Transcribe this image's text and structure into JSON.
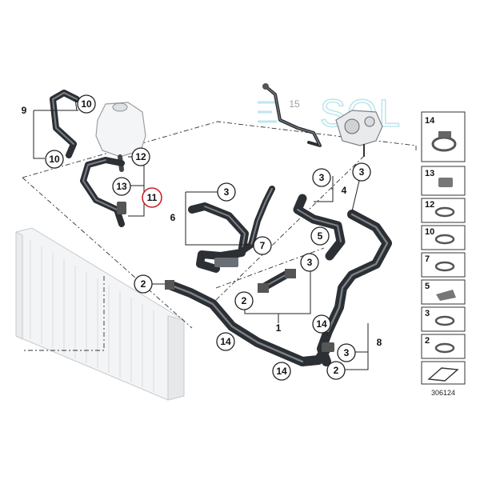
{
  "watermark_text": "SOL",
  "catalog_number": "306124",
  "colors": {
    "hose": "#2c3034",
    "highlight_ring": "#d0202a",
    "watermark": "#bfe6ee"
  },
  "callouts": {
    "c9": "9",
    "c10a": "10",
    "c10b": "10",
    "c12": "12",
    "c13": "13",
    "c11": "11",
    "c15": "15",
    "c3_top": "3",
    "c3_right": "3",
    "c4": "4",
    "c3_mid": "3",
    "c6": "6",
    "c7": "7",
    "c5": "5",
    "c3_low": "3",
    "c2_left": "2",
    "c2_mid": "2",
    "c1": "1",
    "c14_a": "14",
    "c14_b": "14",
    "c14_c": "14",
    "c3_bottom": "3",
    "c2_bottom": "2",
    "c8": "8"
  },
  "parts_list": [
    "14",
    "13",
    "12",
    "10",
    "7",
    "5",
    "3",
    "2"
  ]
}
